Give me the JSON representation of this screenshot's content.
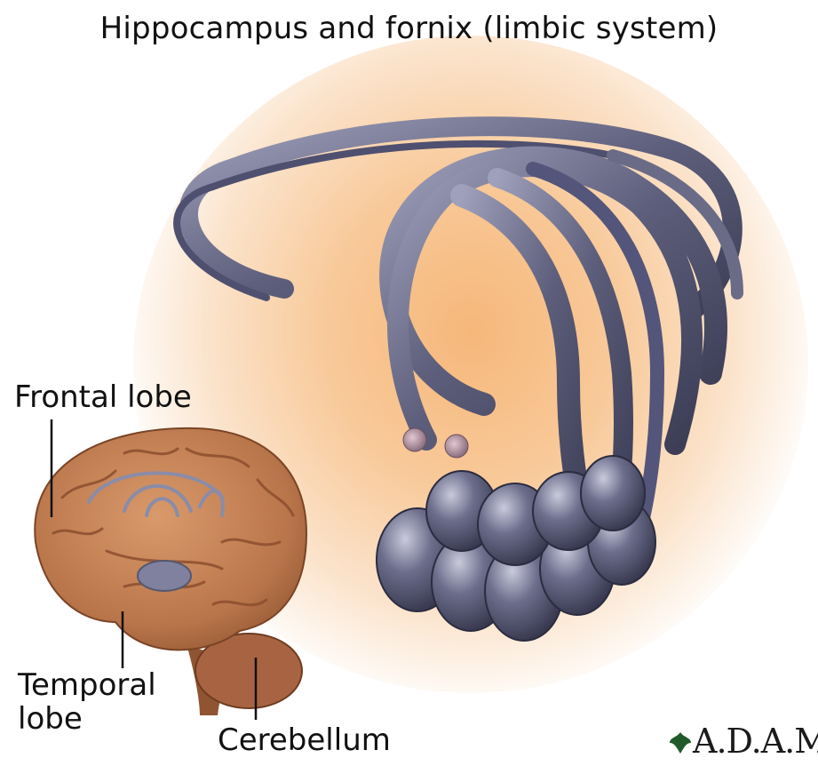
{
  "title": "Hippocampus and fornix (limbic system)",
  "labels": {
    "frontal": "Frontal lobe",
    "temporal": "Temporal\nlobe",
    "cerebellum": "Cerebellum"
  },
  "logo": "A.D.A.M.",
  "colors": {
    "glow": "#f6b77a",
    "fornix": "#6a6b86",
    "brain": "#c9875a",
    "text": "#111111"
  }
}
